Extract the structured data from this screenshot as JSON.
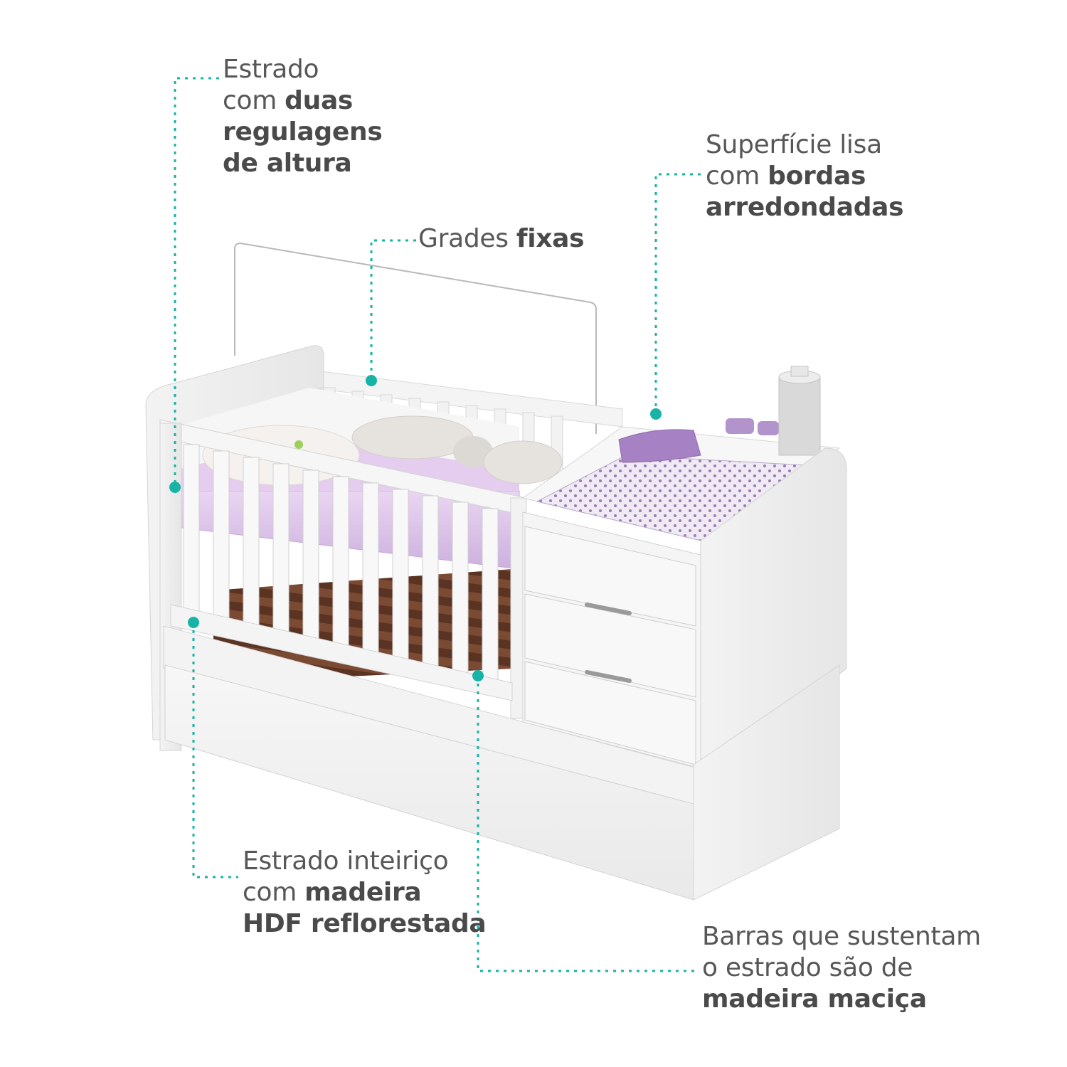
{
  "accent_color": "#17b3a6",
  "callouts": {
    "estrado_regulagens": {
      "line1": "Estrado",
      "line2_normal": "com ",
      "line2_bold": "duas",
      "line3_bold": "regulagens",
      "line4_bold": "de altura"
    },
    "grades_fixas": {
      "normal": "Grades ",
      "bold": "fixas"
    },
    "superficie_lisa": {
      "line1": "Superfície lisa",
      "line2_normal": "com ",
      "line2_bold": "bordas",
      "line3_bold": "arredondadas"
    },
    "estrado_inteirico": {
      "line1": "Estrado inteiriço",
      "line2_normal": "com ",
      "line2_bold": "madeira",
      "line3_bold": "HDF reflorestada"
    },
    "barras": {
      "line1": "Barras que sustentam",
      "line2": "o estrado são de",
      "line3_bold": "madeira maciça"
    }
  }
}
